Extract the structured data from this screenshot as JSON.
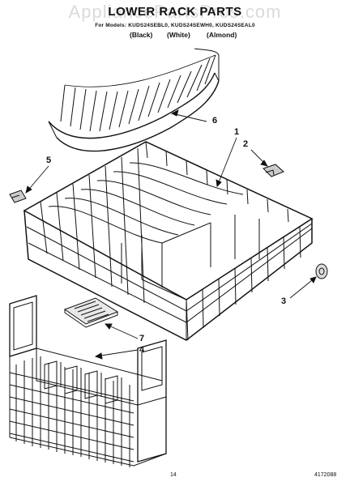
{
  "header": {
    "watermark": "AppliancePartsPros.com",
    "title": "LOWER RACK PARTS",
    "models": "For Models: KUDS24SEBL0, KUDS24SEWH0, KUDS24SEAL0",
    "colors": [
      "(Black)",
      "(White)",
      "(Almond)"
    ]
  },
  "callouts": [
    "1",
    "2",
    "3",
    "4",
    "5",
    "6",
    "7"
  ],
  "footer": {
    "page_number": "14",
    "part_number": "4172088"
  }
}
